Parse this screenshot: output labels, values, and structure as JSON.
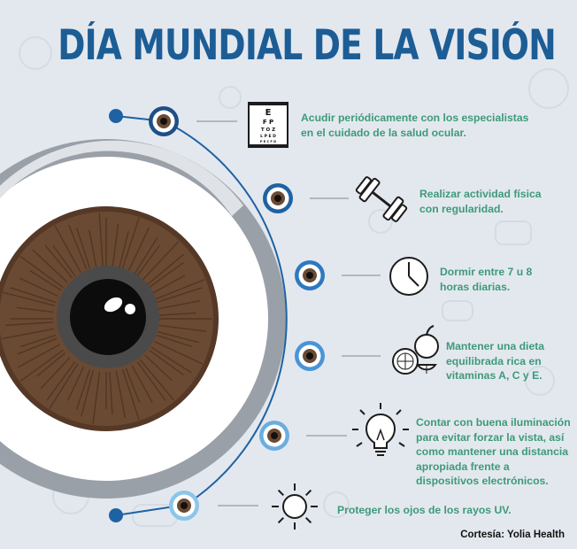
{
  "title": "DÍA MUNDIAL DE LA VISIÓN",
  "chart_letters": {
    "row1": "E",
    "row2": "F P",
    "row3": "T O Z",
    "row4": "L P E D",
    "row5": "P E C F D"
  },
  "tips": [
    {
      "text": "Acudir periódicamente con los especialistas en el cuidado de la salud ocular.",
      "icon": "eye-chart-icon"
    },
    {
      "text": "Realizar actividad física con regularidad.",
      "icon": "dumbbell-icon"
    },
    {
      "text": "Dormir entre 7 u 8 horas diarias.",
      "icon": "clock-icon"
    },
    {
      "text": "Mantener  una dieta equilibrada rica en vitaminas A, C y E.",
      "icon": "fruit-icon"
    },
    {
      "text": "Contar con buena iluminación para evitar forzar la vista, así como mantener una distancia apropiada frente a dispositivos electrónicos.",
      "icon": "lightbulb-icon"
    },
    {
      "text": "Proteger los ojos de los rayos UV.",
      "icon": "sun-icon"
    }
  ],
  "credit": "Cortesía: Yolia Health",
  "colors": {
    "background": "#e3e8ef",
    "title": "#1d5d95",
    "tip_text": "#3e9a79",
    "arc": "#1f62a3",
    "iris": "#6a4a33"
  }
}
